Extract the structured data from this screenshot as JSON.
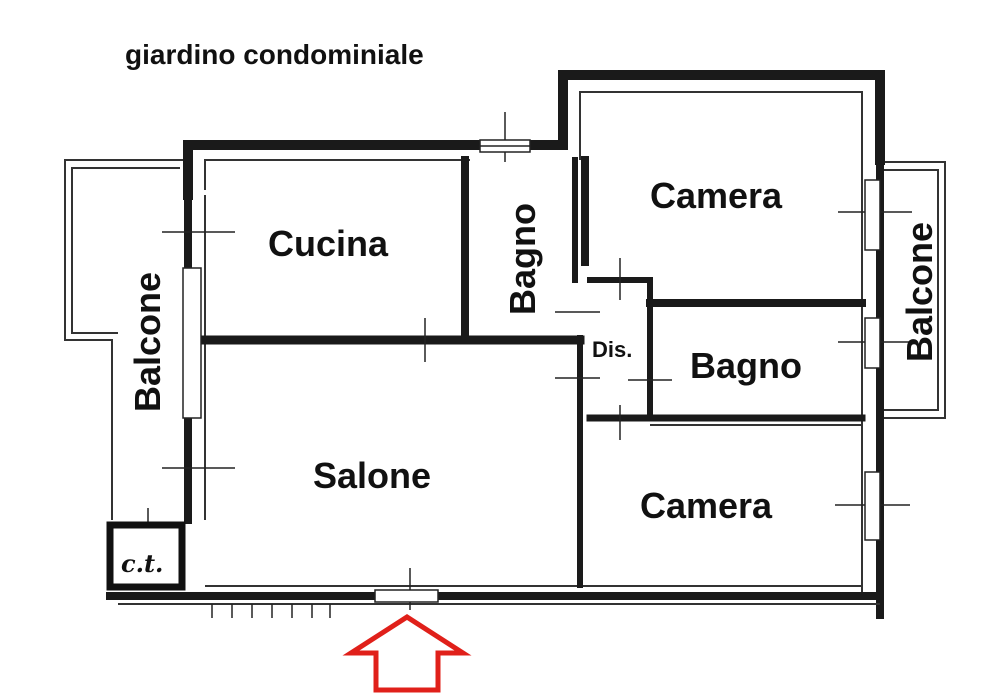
{
  "plan": {
    "title": "giardino condominiale",
    "rooms": {
      "cucina": "Cucina",
      "bagno_1": "Bagno",
      "camera_1": "Camera",
      "balcone_left": "Balcone",
      "balcone_right": "Balcone",
      "dis": "Dis.",
      "bagno_2": "Bagno",
      "salone": "Salone",
      "camera_2": "Camera",
      "ct": "c.t."
    },
    "entrance_arrow_color": "#e0201a"
  }
}
